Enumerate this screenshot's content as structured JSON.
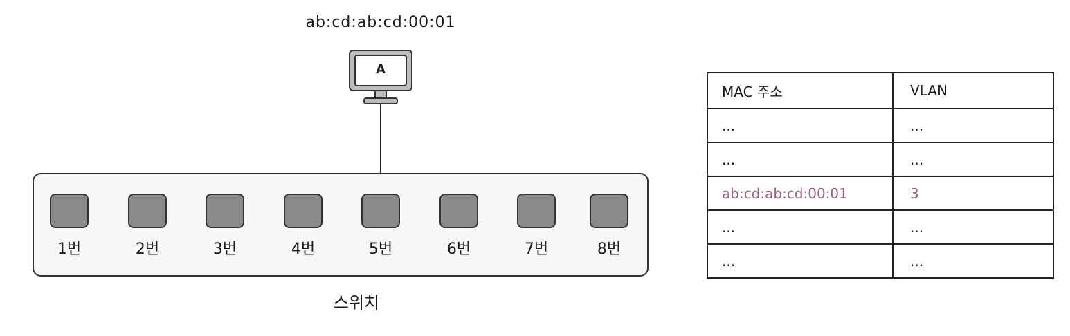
{
  "host": {
    "mac_address": "ab:cd:ab:cd:00:01",
    "name": "A"
  },
  "switch": {
    "label": "스위치",
    "ports": [
      {
        "label": "1번"
      },
      {
        "label": "2번"
      },
      {
        "label": "3번"
      },
      {
        "label": "4번"
      },
      {
        "label": "5번"
      },
      {
        "label": "6번"
      },
      {
        "label": "7번"
      },
      {
        "label": "8번"
      }
    ],
    "connected_port": "5번"
  },
  "table": {
    "headers": {
      "mac": "MAC 주소",
      "vlan": "VLAN"
    },
    "rows": [
      {
        "mac": "...",
        "vlan": "..."
      },
      {
        "mac": "...",
        "vlan": "..."
      },
      {
        "mac": "ab:cd:ab:cd:00:01",
        "vlan": "3"
      },
      {
        "mac": "...",
        "vlan": "..."
      },
      {
        "mac": "...",
        "vlan": "..."
      }
    ],
    "highlight_color": "#a45a7a"
  }
}
